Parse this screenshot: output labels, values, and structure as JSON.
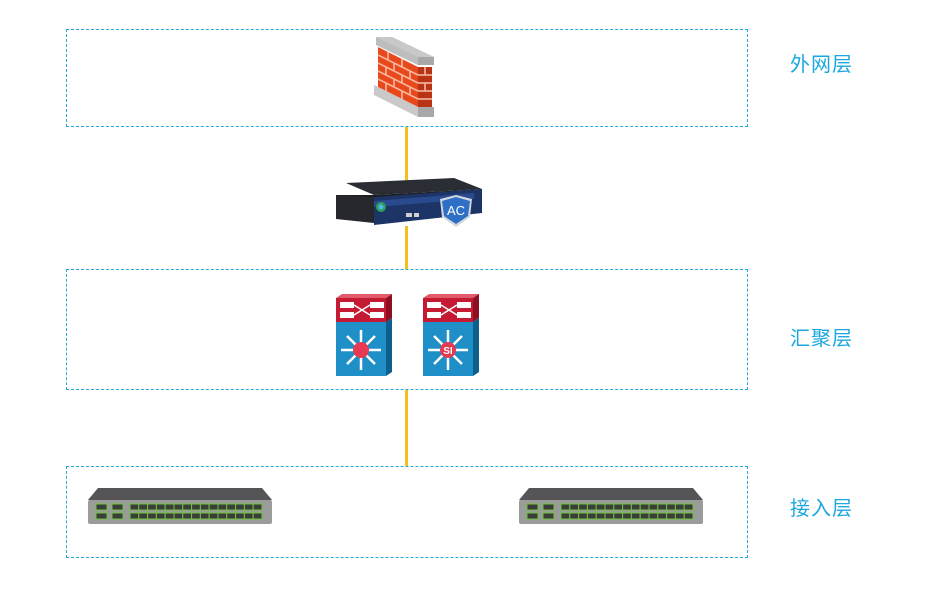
{
  "diagram": {
    "title": "",
    "layers": [
      {
        "id": "outer",
        "label": "外网层"
      },
      {
        "id": "aggregation",
        "label": "汇聚层"
      },
      {
        "id": "access",
        "label": "接入层"
      }
    ],
    "devices": [
      {
        "id": "firewall",
        "type": "firewall-icon",
        "layer": "外网层"
      },
      {
        "id": "ac-controller",
        "type": "ac-controller-icon",
        "layer": "",
        "badge": "AC"
      },
      {
        "id": "core-switch-1",
        "type": "layer3-switch-icon",
        "layer": "汇聚层"
      },
      {
        "id": "core-switch-2",
        "type": "layer3-switch-si-icon",
        "layer": "汇聚层",
        "badge": "SI"
      },
      {
        "id": "access-switch-1",
        "type": "access-switch-icon",
        "layer": "接入层"
      },
      {
        "id": "access-switch-2",
        "type": "access-switch-icon",
        "layer": "接入层"
      }
    ],
    "links": [
      {
        "from": "firewall",
        "to": "ac-controller"
      },
      {
        "from": "ac-controller",
        "to": "aggregation-layer"
      },
      {
        "from": "aggregation-layer",
        "to": "access-layer"
      }
    ],
    "colors": {
      "zone_border": "#29a8d8",
      "label": "#1ba7df",
      "link": "#f6be1c"
    }
  }
}
